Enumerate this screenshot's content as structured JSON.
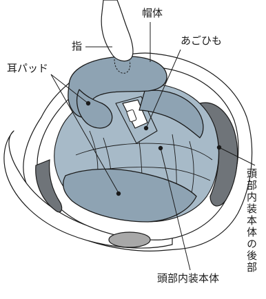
{
  "labels": {
    "shell": "帽体",
    "finger": "指",
    "chin_strap": "あごひも",
    "ear_pad": "耳パッド",
    "rear_liner": "頭部内装本体の後部",
    "liner": "頭部内装本体"
  },
  "colors": {
    "pad_fill": "#8ea3b3",
    "pad_light": "#a7bac8",
    "rear_grey": "#6f7479",
    "line": "#1a1a1a"
  }
}
